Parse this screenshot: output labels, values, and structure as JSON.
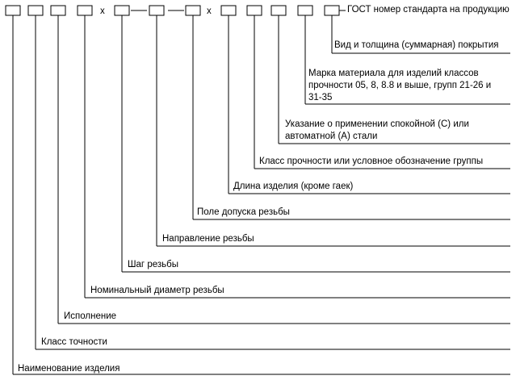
{
  "designation": {
    "separators": {
      "x1": "x",
      "x2": "x"
    },
    "gost_label": "ГОСТ номер стандарта на продукцию",
    "callouts": [
      {
        "lines": [
          "Вид и толщина (суммарная) покрытия"
        ]
      },
      {
        "lines": [
          "Марка материала  для  изделий  классов",
          "прочности 05, 8, 8.8 и выше, групп 21-26 и",
          "31-35"
        ]
      },
      {
        "lines": [
          "Указание  о  применении  спокойной  (С)  или",
          "автоматной (А) стали"
        ]
      },
      {
        "lines": [
          "Класс прочности или условное обозначение группы"
        ]
      },
      {
        "lines": [
          "Длина изделия (кроме гаек)"
        ]
      },
      {
        "lines": [
          "Поле допуска резьбы"
        ]
      },
      {
        "lines": [
          "Направление резьбы"
        ]
      },
      {
        "lines": [
          "Шаг резьбы"
        ]
      },
      {
        "lines": [
          "Номинальный диаметр резьбы"
        ]
      },
      {
        "lines": [
          "Исполнение"
        ]
      },
      {
        "lines": [
          "Класс точности"
        ]
      },
      {
        "lines": [
          "Наименование изделия"
        ]
      }
    ]
  }
}
